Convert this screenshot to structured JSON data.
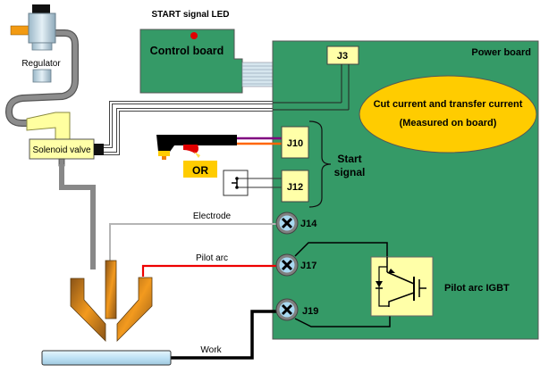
{
  "diagram": {
    "components": {
      "regulator": "Regulator",
      "solenoid_valve": "Solenoid valve",
      "control_board": "Control board",
      "start_led": "START signal LED",
      "power_board": "Power board",
      "or_label": "OR",
      "start_signal_line1": "Start",
      "start_signal_line2": "signal",
      "measure_line1": "Cut current and transfer current",
      "measure_line2": "(Measured on board)",
      "igbt": "Pilot arc IGBT"
    },
    "connectors": {
      "j3": "J3",
      "j10": "J10",
      "j12": "J12",
      "j14": "J14",
      "j17": "J17",
      "j19": "J19"
    },
    "wires": {
      "electrode": "Electrode",
      "pilot_arc": "Pilot arc",
      "work": "Work"
    },
    "colors": {
      "board_green": "#359A67",
      "connector_yellow": "#FFFFA8",
      "ellipse_gold": "#FFCC00",
      "led_red": "#E00000",
      "pilot_wire_red": "#EE0000",
      "torch_copper": "#E08A1E",
      "work_blue": "#BFE2F5"
    }
  }
}
